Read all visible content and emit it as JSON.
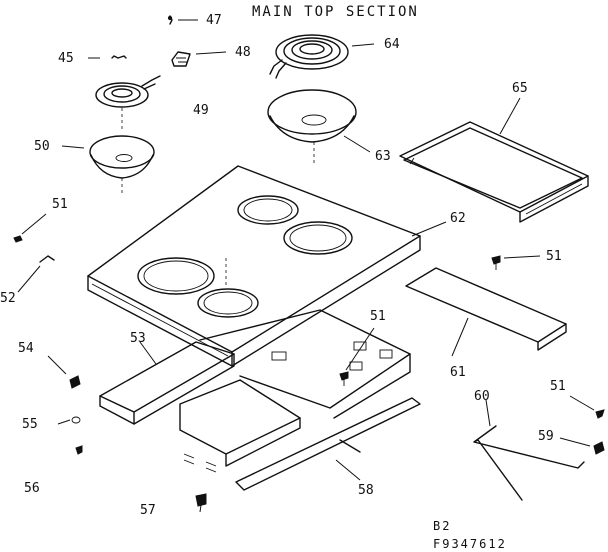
{
  "title": "MAIN TOP SECTION",
  "footer": {
    "line1": "B2",
    "line2": "F9347612"
  },
  "parts": [
    {
      "id": "p45",
      "label": "45"
    },
    {
      "id": "p47",
      "label": "47"
    },
    {
      "id": "p48",
      "label": "48"
    },
    {
      "id": "p49",
      "label": "49"
    },
    {
      "id": "p50",
      "label": "50"
    },
    {
      "id": "p51a",
      "label": "51"
    },
    {
      "id": "p51b",
      "label": "51"
    },
    {
      "id": "p51c",
      "label": "51"
    },
    {
      "id": "p51d",
      "label": "51"
    },
    {
      "id": "p52",
      "label": "52"
    },
    {
      "id": "p53",
      "label": "53"
    },
    {
      "id": "p54",
      "label": "54"
    },
    {
      "id": "p55",
      "label": "55"
    },
    {
      "id": "p56",
      "label": "56"
    },
    {
      "id": "p57",
      "label": "57"
    },
    {
      "id": "p58",
      "label": "58"
    },
    {
      "id": "p59",
      "label": "59"
    },
    {
      "id": "p60",
      "label": "60"
    },
    {
      "id": "p61",
      "label": "61"
    },
    {
      "id": "p62",
      "label": "62"
    },
    {
      "id": "p63",
      "label": "63"
    },
    {
      "id": "p64",
      "label": "64"
    },
    {
      "id": "p65",
      "label": "65"
    }
  ]
}
